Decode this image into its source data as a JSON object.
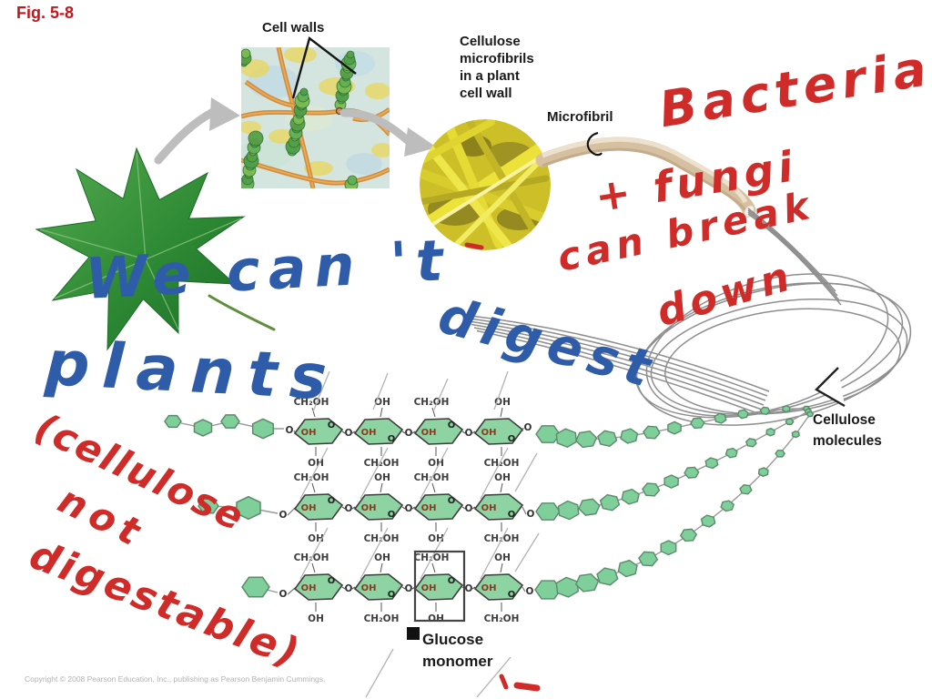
{
  "figure": {
    "id_label": "Fig. 5-8"
  },
  "printed_labels": {
    "cell_walls": "Cell walls",
    "microfibrils_caption_lines": [
      "Cellulose",
      "microfibrils",
      "in a plant",
      "cell wall"
    ],
    "microfibril": "Microfibril",
    "cellulose_molecules_lines": [
      "Cellulose",
      "molecules"
    ],
    "glucose_monomer_lines": [
      "Glucose",
      "monomer"
    ]
  },
  "chemistry": {
    "ch2oh": "CH₂OH",
    "oh": "OH",
    "o": "O"
  },
  "handwritten_notes": {
    "red": {
      "bacteria": "Bacteria",
      "fungi": "+ fungi",
      "can_break": "can break",
      "down": "down",
      "cellulose_paren": "(cellulose",
      "not": "not",
      "digestable": "digestable)"
    },
    "blue": {
      "we_cant": "We can 't",
      "digest": "digest",
      "plants": "plants"
    }
  },
  "colors": {
    "red_ink": "#cf2b28",
    "blue_ink": "#2f5ca8",
    "fig_label_red": "#c4161c",
    "ring_green": "#8ed3a2",
    "bead_green": "#7fcf9a",
    "micrograph_yellow": "#cdbf28",
    "ribbon_tan": "#d5c0a2",
    "strand_gray": "#8e8e8e"
  },
  "copyright": "Copyright © 2008 Pearson Education, Inc., publishing as Pearson Benjamin Cummings."
}
